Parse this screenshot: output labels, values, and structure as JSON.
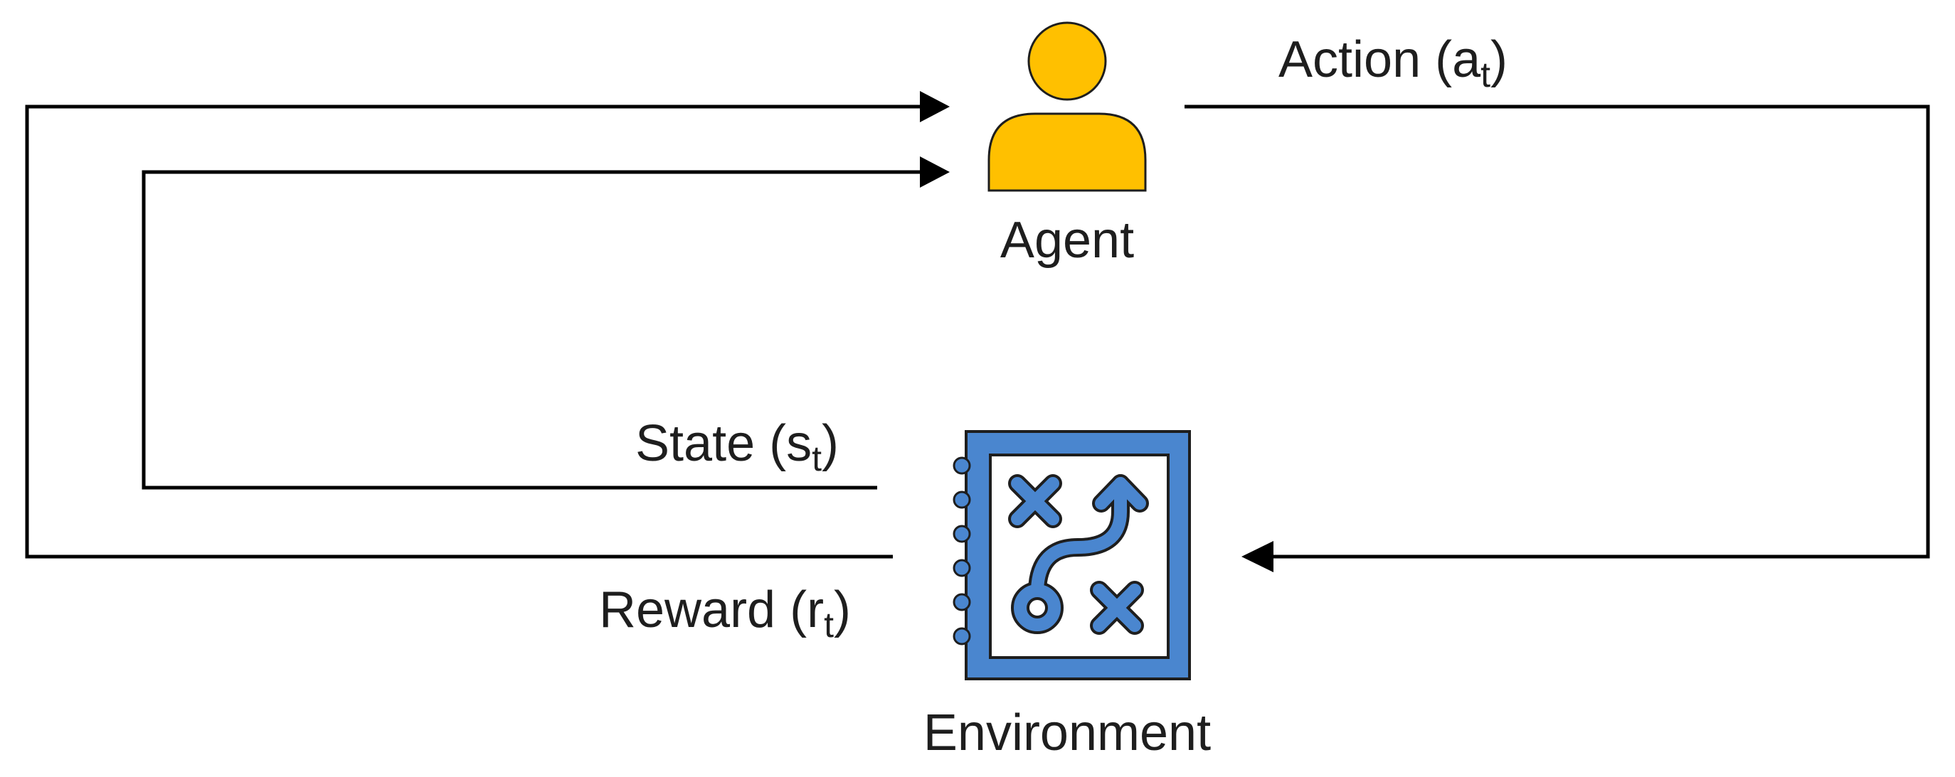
{
  "agent": {
    "label": "Agent",
    "icon": "person-icon",
    "fill": "#FFC000"
  },
  "environment": {
    "label": "Environment",
    "icon": "strategy-notebook-icon",
    "fill": "#4A86CF"
  },
  "edges": {
    "action": {
      "text": "Action (a",
      "sub": "t",
      "close": ")"
    },
    "state": {
      "text": "State (s",
      "sub": "t",
      "close": ")"
    },
    "reward": {
      "text": "Reward (r",
      "sub": "t",
      "close": ")"
    }
  }
}
